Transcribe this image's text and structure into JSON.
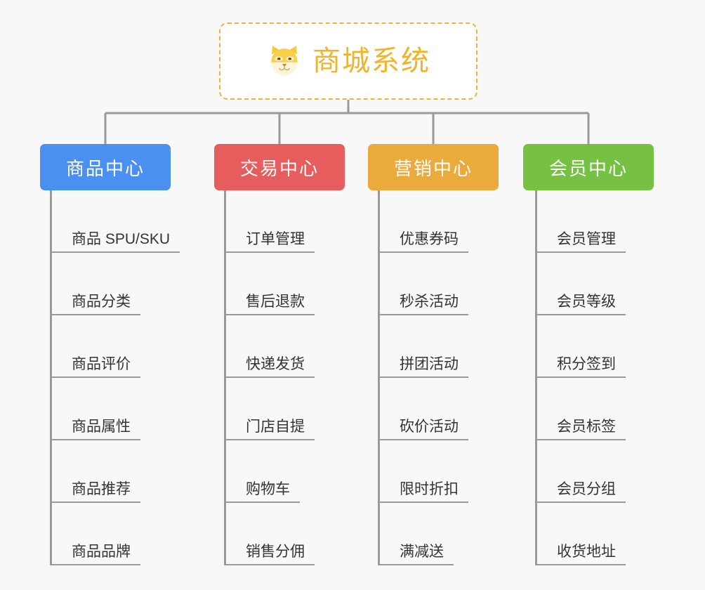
{
  "diagram": {
    "type": "mindmap",
    "background_color": "#f8f8f8",
    "root": {
      "title": "商城系统",
      "icon": "shiba-dog-face-icon",
      "text_color": "#f0b429",
      "border_color": "#f0b040",
      "fill_color": "#ffffff"
    },
    "connector_color": "#9a9a9a",
    "categories": [
      {
        "label": "商品中心",
        "color": "#4a90f0",
        "items": [
          "商品 SPU/SKU",
          "商品分类",
          "商品评价",
          "商品属性",
          "商品推荐",
          "商品品牌"
        ]
      },
      {
        "label": "交易中心",
        "color": "#e75c5c",
        "items": [
          "订单管理",
          "售后退款",
          "快递发货",
          "门店自提",
          "购物车",
          "销售分佣"
        ]
      },
      {
        "label": "营销中心",
        "color": "#eaab3c",
        "items": [
          "优惠券码",
          "秒杀活动",
          "拼团活动",
          "砍价活动",
          "限时折扣",
          "满减送"
        ]
      },
      {
        "label": "会员中心",
        "color": "#76c043",
        "items": [
          "会员管理",
          "会员等级",
          "积分签到",
          "会员标签",
          "会员分组",
          "收货地址"
        ]
      }
    ]
  }
}
